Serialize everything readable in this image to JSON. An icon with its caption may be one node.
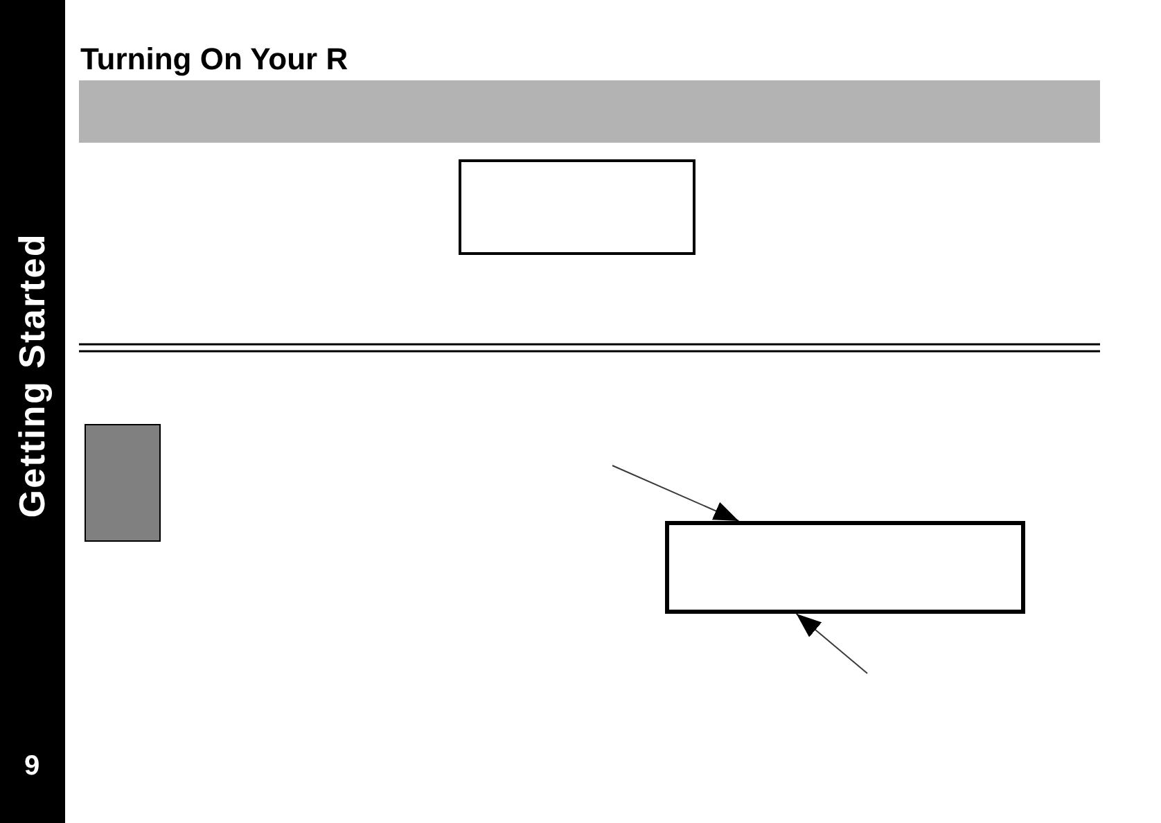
{
  "diagram": {
    "title": "Turning On Your R",
    "nodes": [
      {
        "text": [
          "Getting Started",
          "9"
        ]
      },
      {
        "text": [],
        "shape": "bar"
      },
      {
        "text": [],
        "shape": "box"
      },
      {
        "text": [],
        "shape": "box"
      },
      {
        "text": [],
        "shape": "box"
      }
    ],
    "edges": [
      {
        "from": null,
        "to": 4,
        "arrow": "to"
      },
      {
        "from": null,
        "to": 4,
        "arrow": "to"
      }
    ]
  }
}
